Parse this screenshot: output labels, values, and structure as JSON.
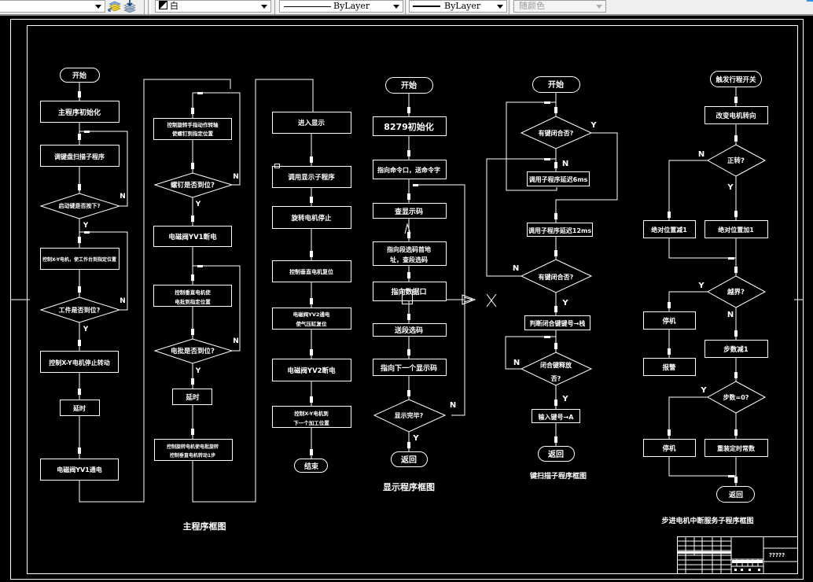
{
  "toolbar": {
    "layer_combo_value": "",
    "color_combo_value": "白",
    "linetype_combo_value": "ByLayer",
    "lineweight_combo_value": "ByLayer",
    "plotstyle_combo_value": "随颜色",
    "icons": [
      "layer-previous-icon",
      "layer-states-icon"
    ]
  },
  "drawing": {
    "main_flow": {
      "caption": "主程序框图",
      "start": "开始",
      "init": "主程序初始化",
      "call_keyscan": "调键盘扫描子程序",
      "q_start_key": "启动键是否按下?",
      "ctrl_xy_move": "控制X-Y电机，使工作台到指定位置",
      "q_workpiece": "工件是否到位?",
      "ctrl_xy_stop": "控制X-Y电机停止转动",
      "delay1": "延时",
      "valve_yv1_on": "电磁阀YV1通电",
      "ctrl_rotary_line1": "控制旋转手指动作转轴",
      "ctrl_rotary_line2": "使螺钉到指定位置",
      "q_screw": "螺钉是否到位?",
      "valve_yv1_off": "电磁阀YV1断电",
      "ctrl_vert_line1": "控制垂直电机使",
      "ctrl_vert_line2": "电批到指定位置",
      "q_driver": "电批是否到位?",
      "delay2": "延时",
      "ctrl_rot_line1": "控制旋转电机使电批旋转",
      "ctrl_rot_line2": "控制垂直电机转动1步",
      "enter_display": "进入显示",
      "call_display": "调用显示子程序",
      "rot_motor_stop": "旋转电机停止",
      "ctrl_vert_reset": "控制垂直电机复位",
      "valve_yv2_on_line1": "电磁阀YV2通电",
      "valve_yv2_on_line2": "使气压缸复位",
      "valve_yv2_off": "电磁阀YV2断电",
      "ctrl_xy_next_line1": "控制X-Y电机到",
      "ctrl_xy_next_line2": "下一个加工位置",
      "end": "结束",
      "label_y": "Y",
      "label_n": "N"
    },
    "display_flow": {
      "caption": "显示程序框图",
      "start": "开始",
      "init_8279": "8279初始化",
      "cmd_port": "指向命令口，送命令字",
      "lookup_code": "查显示码",
      "seg_addr_line1": "指向段选码首地",
      "seg_addr_line2": "址，查段选码",
      "data_port": "指向数据口",
      "send_seg": "送段选码",
      "next_code": "指向下一个显示码",
      "q_done": "显示完毕?",
      "return": "返回",
      "label_y": "Y",
      "label_n": "N"
    },
    "keyscan_flow": {
      "caption": "键扫描子程序框图",
      "start": "开始",
      "q_key1": "有键闭合否?",
      "delay6": "调用子程序延迟6ms",
      "delay12": "调用子程序延迟12ms",
      "q_key2": "有键闭合否?",
      "judge_key": "判断闭合键键号→栈",
      "q_release_line1": "闭合键释放",
      "q_release_line2": "否?",
      "input_key": "输入键号→A",
      "return": "返回",
      "label_y": "Y",
      "label_n": "N"
    },
    "stepper_flow": {
      "caption": "步进电机中断服务子程序框图",
      "start": "触发行程开关",
      "change_dir": "改变电机转向",
      "q_forward": "正转?",
      "abs_dec": "绝对位置减1",
      "abs_inc": "绝对位置加1",
      "q_overrun": "越界?",
      "stop1": "停机",
      "alarm": "报警",
      "step_dec": "步数减1",
      "q_step_zero": "步数=0?",
      "stop2": "停机",
      "reload": "重装定时常数",
      "return": "返回",
      "label_y": "Y",
      "label_n": "N"
    },
    "title_block": {
      "drawing_no": "?????"
    },
    "cursor_marker": "X"
  }
}
